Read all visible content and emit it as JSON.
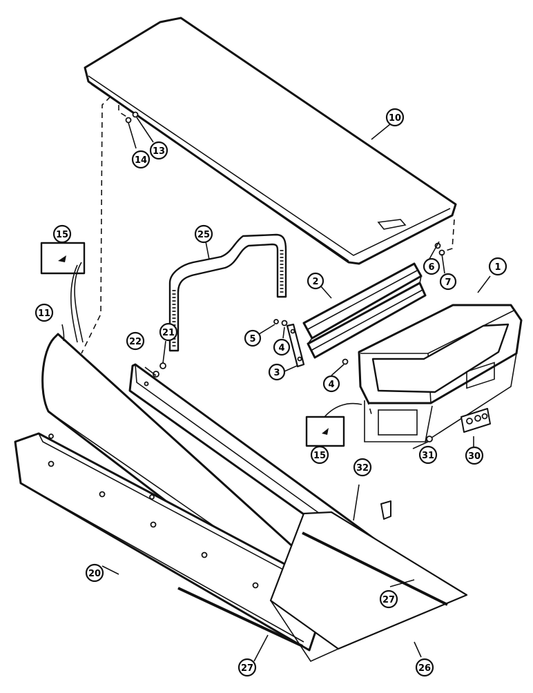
{
  "callouts": {
    "c1": "1",
    "c2": "2",
    "c3": "3",
    "c4a": "4",
    "c4b": "4",
    "c5": "5",
    "c6": "6",
    "c7": "7",
    "c10": "10",
    "c11": "11",
    "c13": "13",
    "c14": "14",
    "c15a": "15",
    "c15b": "15",
    "c20": "20",
    "c21": "21",
    "c22": "22",
    "c25": "25",
    "c26": "26",
    "c27a": "27",
    "c27b": "27",
    "c30": "30",
    "c31": "31",
    "c32": "32"
  }
}
